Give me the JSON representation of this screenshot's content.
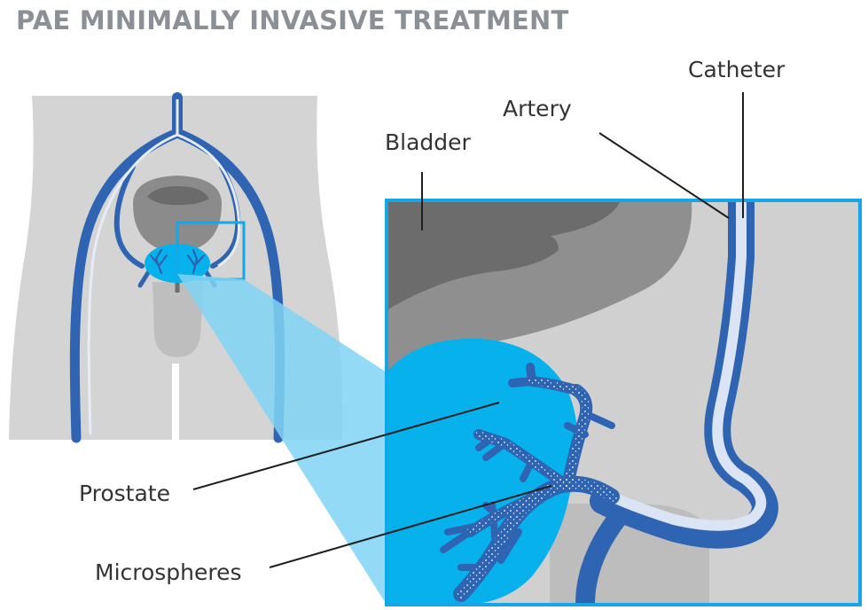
{
  "title": "PAE MINIMALLY INVASIVE TREATMENT",
  "labels": {
    "catheter": "Catheter",
    "artery": "Artery",
    "bladder": "Bladder",
    "prostate": "Prostate",
    "microspheres": "Microspheres"
  },
  "colors": {
    "title_gray": "#8a9095",
    "body_gray": "#d4d4d4",
    "bladder_dark": "#6c6c6c",
    "bladder_mid": "#8f8f8f",
    "artery_blue": "#2e65b3",
    "catheter_light": "#dbe4f5",
    "prostate_cyan": "#06b1ec",
    "zoom_cone": "#7fd3f3",
    "frame_cyan": "#14a6e6"
  }
}
